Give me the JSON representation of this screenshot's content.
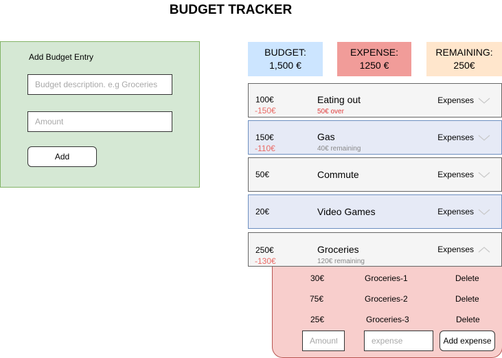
{
  "page": {
    "title": "BUDGET TRACKER"
  },
  "entry_form": {
    "title": "Add Budget Entry",
    "description_placeholder": "Budget description. e.g Groceries",
    "amount_placeholder": "Amount",
    "add_label": "Add"
  },
  "summary": {
    "budget_label": "BUDGET:",
    "budget_value": "1,500 €",
    "expense_label": "EXPENSE:",
    "expense_value": "1250 €",
    "remaining_label": "REMAINING:",
    "remaining_value": "250€"
  },
  "categories": [
    {
      "amount": "100€",
      "spent": "-150€",
      "name": "Eating out",
      "status": "50€ over",
      "toggle": "Expenses"
    },
    {
      "amount": "150€",
      "spent": "-110€",
      "name": "Gas",
      "status": "40€ remaining",
      "toggle": "Expenses"
    },
    {
      "amount": "50€",
      "name": "Commute",
      "toggle": "Expenses"
    },
    {
      "amount": "20€",
      "name": "Video Games",
      "toggle": "Expenses"
    },
    {
      "amount": "250€",
      "spent": "-130€",
      "name": "Groceries",
      "status": "120€ remaining",
      "toggle": "Expenses"
    }
  ],
  "expenses": {
    "items": [
      {
        "amount": "30€",
        "name": "Groceries-1",
        "delete_label": "Delete"
      },
      {
        "amount": "75€",
        "name": "Groceries-2",
        "delete_label": "Delete"
      },
      {
        "amount": "25€",
        "name": "Groceries-3",
        "delete_label": "Delete"
      }
    ],
    "amount_placeholder": "Amount",
    "name_placeholder": "expense",
    "add_label": "Add expense"
  },
  "colors": {
    "over_budget": "#e03c3c",
    "spent": "#ea6b66",
    "budget_box": "#cce5ff",
    "expense_box": "#f19c99",
    "remaining_box": "#ffe6cc"
  }
}
